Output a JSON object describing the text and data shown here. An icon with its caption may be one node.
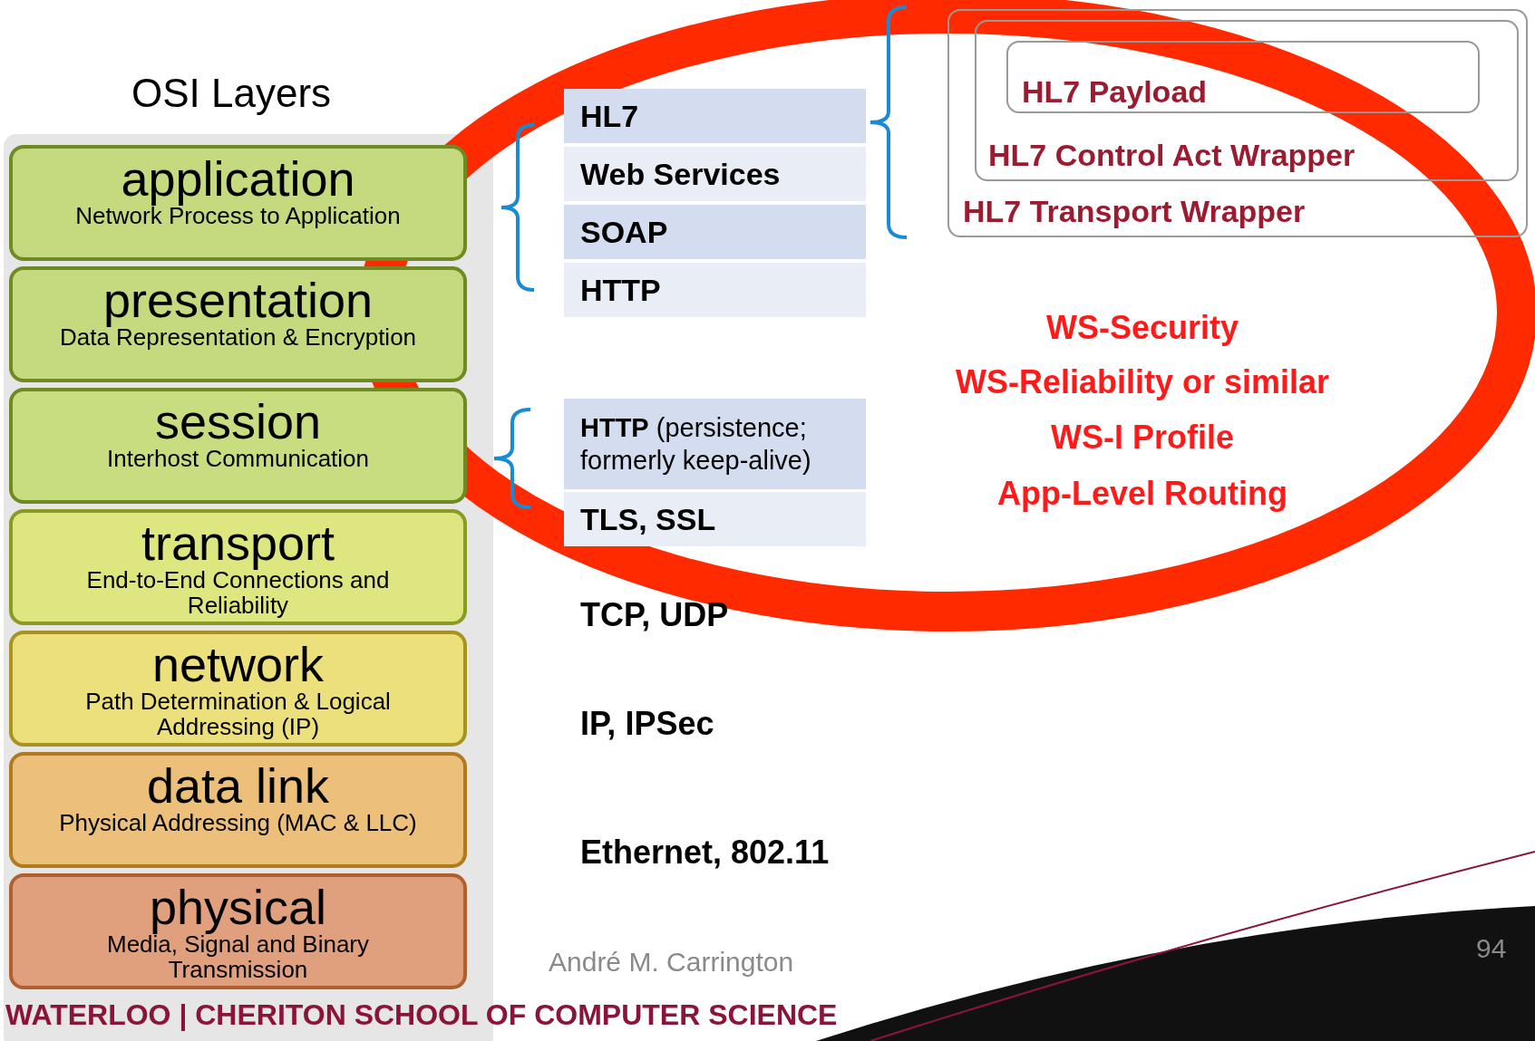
{
  "diagram": {
    "title": "OSI Layers",
    "nodes": [
      {
        "text": [
          "application",
          "Network Process to Application"
        ]
      },
      {
        "text": [
          "presentation",
          "Data Representation & Encryption"
        ]
      },
      {
        "text": [
          "session",
          "Interhost Communication"
        ]
      },
      {
        "text": [
          "transport",
          "End-to-End Connections and Reliability"
        ]
      },
      {
        "text": [
          "network",
          "Path Determination & Logical Addressing (IP)"
        ]
      },
      {
        "text": [
          "data link",
          "Physical Addressing (MAC & LLC)"
        ]
      },
      {
        "text": [
          "physical",
          "Media, Signal and Binary Transmission"
        ]
      },
      {
        "text": [
          "HL7 Transport Wrapper"
        ]
      },
      {
        "text": [
          "HL7 Control Act Wrapper"
        ],
        "in": 7
      },
      {
        "text": [
          "HL7 Payload"
        ],
        "in": 8
      },
      {
        "text": [
          "HL7"
        ]
      },
      {
        "text": [
          "Web Services"
        ]
      },
      {
        "text": [
          "SOAP"
        ]
      },
      {
        "text": [
          "HTTP"
        ]
      },
      {
        "text": [
          "**HTTP** (persistence; formerly keep-alive)"
        ]
      },
      {
        "text": [
          "TLS, SSL"
        ]
      }
    ],
    "edges": [],
    "labels": [
      "WS-Security",
      "WS-Reliability or similar",
      "WS-I Profile",
      "App-Level Routing",
      "TCP, UDP",
      "IP, IPSec",
      "Ethernet, 802.11",
      "André M. Carrington",
      "94",
      "WATERLOO | CHERITON SCHOOL OF COMPUTER SCIENCE"
    ]
  }
}
